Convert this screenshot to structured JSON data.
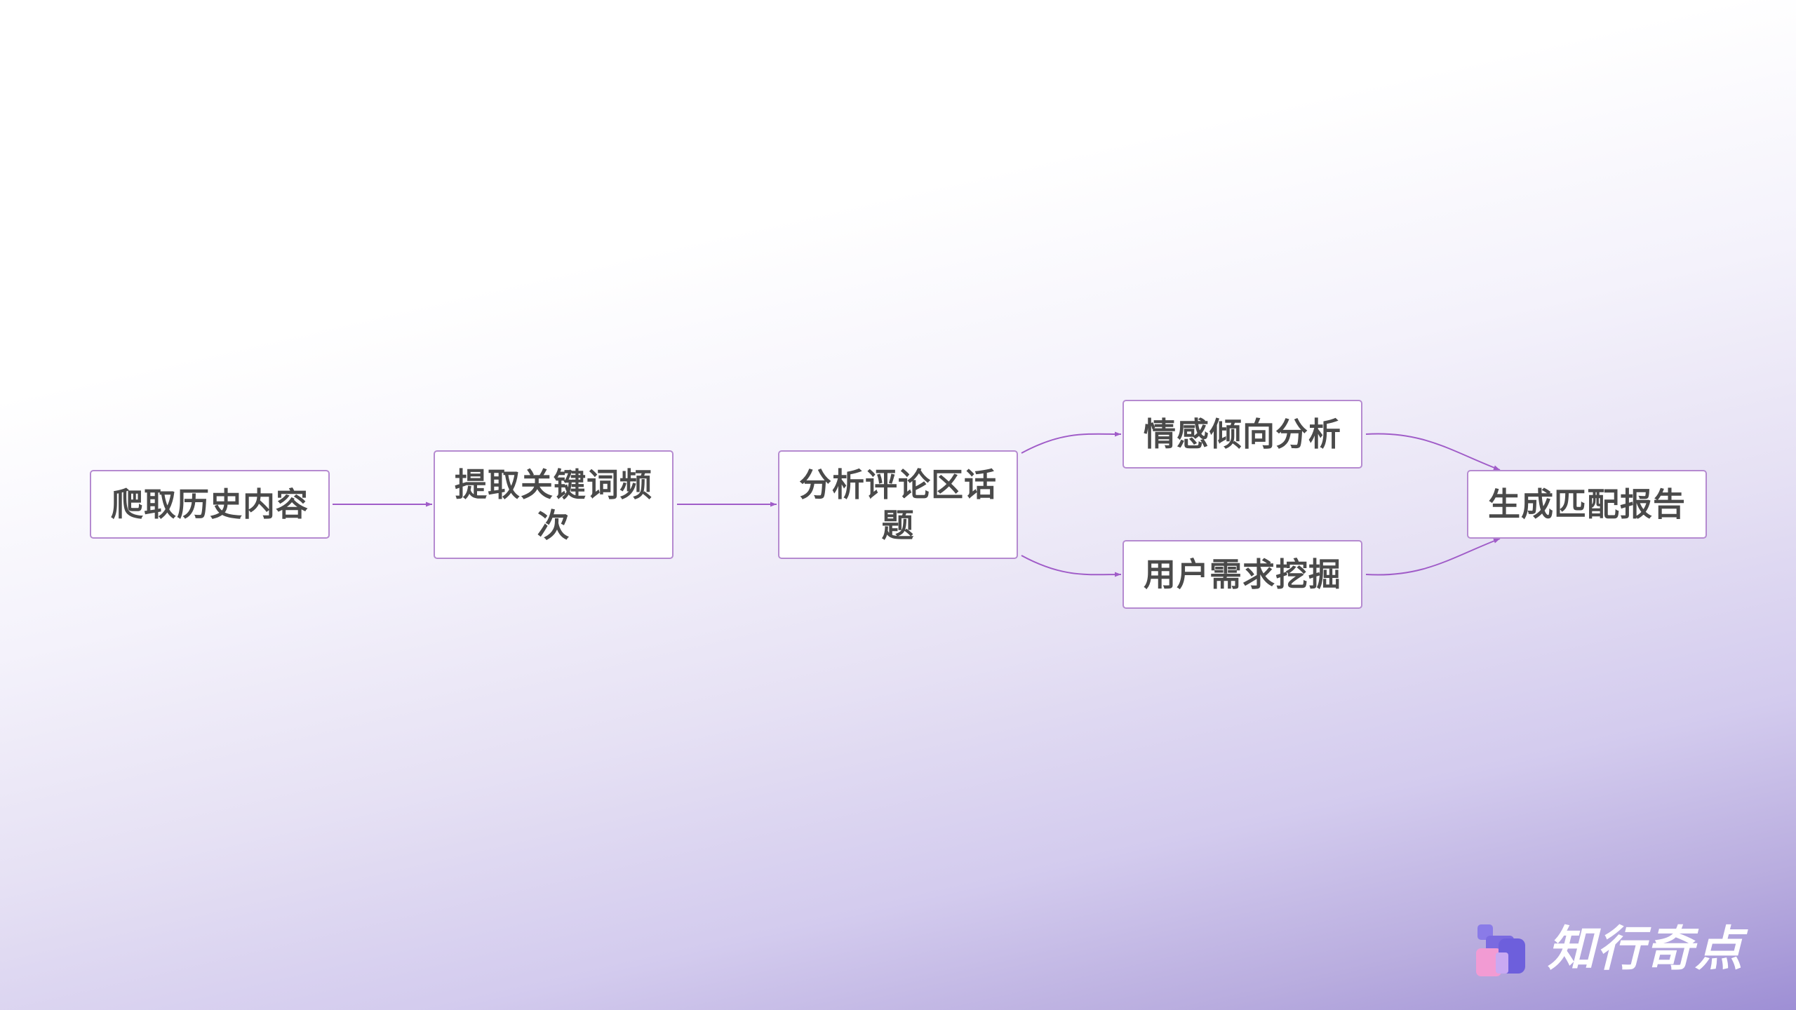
{
  "diagram": {
    "nodes": [
      {
        "id": "crawl",
        "label": "爬取历史内容"
      },
      {
        "id": "extract",
        "label": "提取关键词频次"
      },
      {
        "id": "topics",
        "label": "分析评论区话题"
      },
      {
        "id": "sentiment",
        "label": "情感倾向分析"
      },
      {
        "id": "needs",
        "label": "用户需求挖掘"
      },
      {
        "id": "report",
        "label": "生成匹配报告"
      }
    ],
    "edges": [
      {
        "from": "crawl",
        "to": "extract"
      },
      {
        "from": "extract",
        "to": "topics"
      },
      {
        "from": "topics",
        "to": "sentiment"
      },
      {
        "from": "topics",
        "to": "needs"
      },
      {
        "from": "sentiment",
        "to": "report"
      },
      {
        "from": "needs",
        "to": "report"
      }
    ],
    "colors": {
      "edge": "#a05cc8",
      "node_border": "#b58ad0",
      "node_text": "#4a4a4a"
    }
  },
  "brand": {
    "name": "知行奇点",
    "icon": "brand-logo-icon"
  }
}
